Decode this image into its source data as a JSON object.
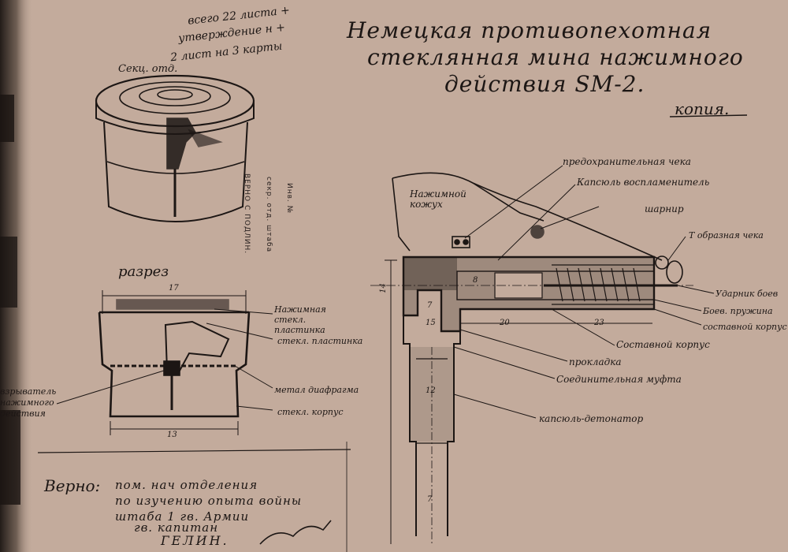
{
  "title": {
    "line1": "Немецкая противопехотная",
    "line2": "стеклянная мина нажимного",
    "line3": "действия SM-2."
  },
  "copy_mark": "копия.",
  "top_left_notes": [
    "всего 22 листа +",
    "утверждение н +",
    "2 лист на 3 карты",
    "Секц. отд."
  ],
  "section_caption": "разрез",
  "left_labels": {
    "nazhimnaya_stekl_plastinka": "Нажимная стекл. пластинка",
    "stekl_plastinka": "стекл. пластинка",
    "metal_diafragma": "метал диафрагма",
    "stekl_korpus": "стекл. корпус",
    "vzryvatel": "взрыватель нажимного действия"
  },
  "left_dims": [
    "17",
    "13"
  ],
  "right_labels": {
    "predohr_cheka": "предохранительная чека",
    "kapsyul_vosplamen": "Капсюль воспламенитель",
    "sharnir": "шарнир",
    "t_cheka": "Т образная чека",
    "udarnik": "Ударник боев",
    "boev_pruzhina": "Боев. пружина",
    "sostavnoi_korpus_r": "составной корпус",
    "sostavnoi_korpus": "Составной корпус",
    "prokladka": "прокладка",
    "soedin_mufta": "Соединительная муфта",
    "kapsyul_detonator": "капсюль-детонатор",
    "nazhimnoi_kozhukh": "Нажимной кожух"
  },
  "right_dims": [
    "7",
    "15",
    "20",
    "23",
    "12",
    "7",
    "8",
    "14"
  ],
  "footer": {
    "verno": "Верно:",
    "line1": "пом. нач отделения",
    "line2": "по изучению опыта войны",
    "line3": "штаба 1 гв. Армии",
    "line4": "гв. капитан",
    "name": "ГЕЛИН."
  },
  "stamp_lines": [
    "ВЕРНО С ПОДЛИН.",
    "секр. отд. штаба",
    "Инв. №"
  ]
}
